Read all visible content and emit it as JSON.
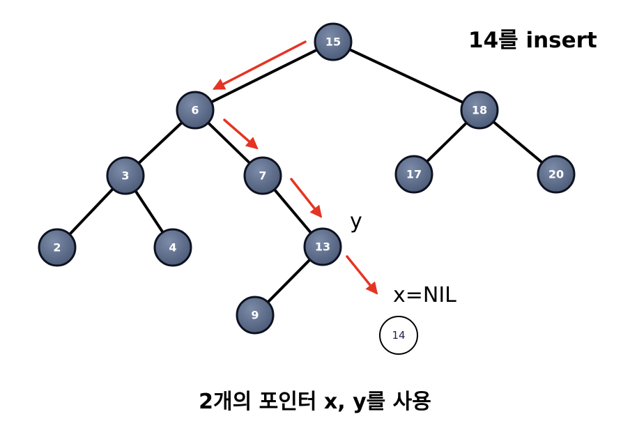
{
  "title": "14를 insert",
  "caption": "2개의 포인터 x, y를 사용",
  "labels": {
    "y": "y",
    "x": "x=NIL"
  },
  "nodes": {
    "n15": "15",
    "n6": "6",
    "n18": "18",
    "n3": "3",
    "n7": "7",
    "n17": "17",
    "n20": "20",
    "n2": "2",
    "n4": "4",
    "n13": "13",
    "n9": "9"
  },
  "new_node": "14",
  "colors": {
    "node_fill": "#5d6d8c",
    "node_stroke": "#0d1220",
    "edge": "#000000",
    "arrow": "#e53424"
  }
}
